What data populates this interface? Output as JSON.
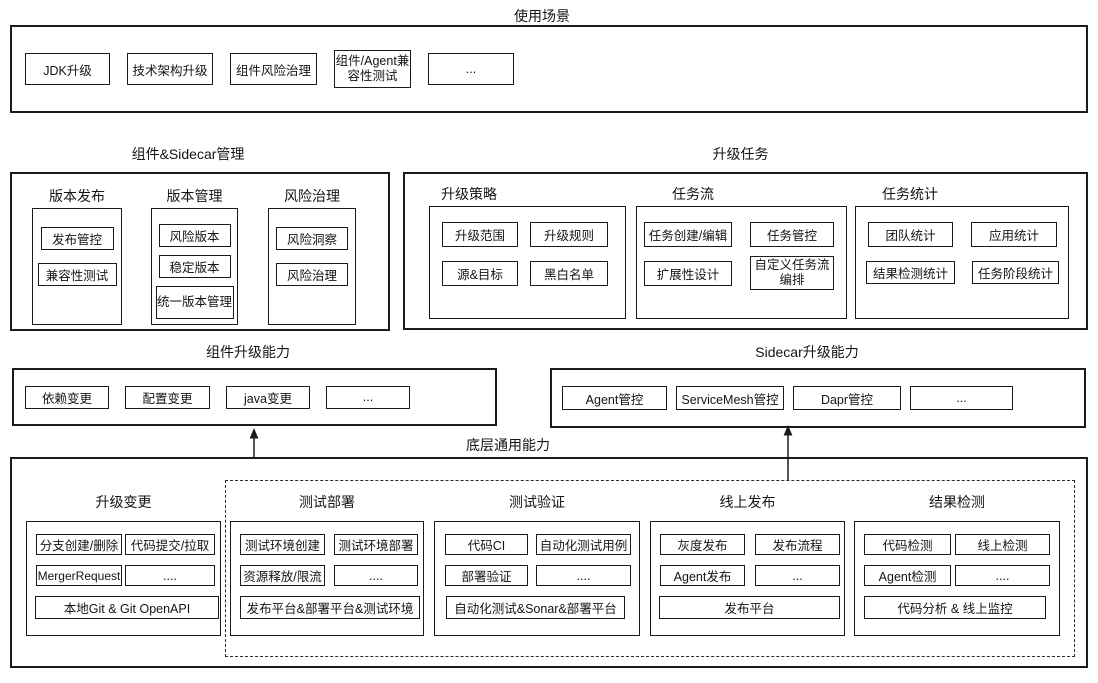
{
  "scenarios": {
    "title": "使用场景",
    "items": [
      "JDK升级",
      "技术架构升级",
      "组件风险治理",
      "组件/Agent兼容性测试",
      "..."
    ]
  },
  "mgmt": {
    "title": "组件&Sidecar管理",
    "groups": [
      {
        "title": "版本发布",
        "items": [
          "发布管控",
          "兼容性测试"
        ]
      },
      {
        "title": "版本管理",
        "items": [
          "风险版本",
          "稳定版本",
          "统一版本管理"
        ]
      },
      {
        "title": "风险治理",
        "items": [
          "风险洞察",
          "风险治理"
        ]
      }
    ]
  },
  "tasks": {
    "title": "升级任务",
    "groups": [
      {
        "title": "升级策略",
        "items": [
          "升级范围",
          "升级规则",
          "源&目标",
          "黑白名单"
        ]
      },
      {
        "title": "任务流",
        "items": [
          "任务创建/编辑",
          "任务管控",
          "扩展性设计",
          "自定义任务流编排"
        ]
      },
      {
        "title": "任务统计",
        "items": [
          "团队统计",
          "应用统计",
          "结果检测统计",
          "任务阶段统计"
        ]
      }
    ]
  },
  "component_upgrade": {
    "title": "组件升级能力",
    "items": [
      "依赖变更",
      "配置变更",
      "java变更",
      "..."
    ]
  },
  "sidecar_upgrade": {
    "title": "Sidecar升级能力",
    "items": [
      "Agent管控",
      "ServiceMesh管控",
      "Dapr管控",
      "..."
    ]
  },
  "base": {
    "title": "底层通用能力",
    "groups": [
      {
        "title": "升级变更",
        "items": [
          "分支创建/删除",
          "代码提交/拉取",
          "MergerRequest",
          "...."
        ],
        "footer": "本地Git & Git OpenAPI"
      },
      {
        "title": "测试部署",
        "items": [
          "测试环境创建",
          "测试环境部署",
          "资源释放/限流",
          "...."
        ],
        "footer": "发布平台&部署平台&测试环境"
      },
      {
        "title": "测试验证",
        "items": [
          "代码CI",
          "自动化测试用例",
          "部署验证",
          "...."
        ],
        "footer": "自动化测试&Sonar&部署平台"
      },
      {
        "title": "线上发布",
        "items": [
          "灰度发布",
          "发布流程",
          "Agent发布",
          "..."
        ],
        "footer": "发布平台"
      },
      {
        "title": "结果检测",
        "items": [
          "代码检测",
          "线上检测",
          "Agent检测",
          "...."
        ],
        "footer": "代码分析 & 线上监控"
      }
    ]
  }
}
